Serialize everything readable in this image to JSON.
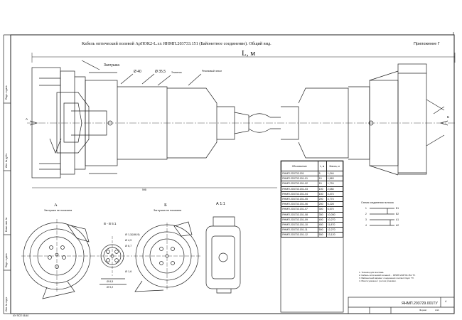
{
  "header": {
    "title": "Кабель оптический полевой АрПОК2-L.хх ЯНМП.203733.151 (Байонетное соединение). Общий вид.",
    "appendix": "Приложение Г",
    "length_symbol": "L, м"
  },
  "callouts": {
    "dia1": "Ø 40",
    "dia2": "Ø 35,5",
    "nut": "Заглушка",
    "sleeve": "Этикетка",
    "boot": "Резиновый чехол",
    "dimension_bottom": "598",
    "marker_A": "А",
    "marker_B": "Б"
  },
  "views": {
    "view_a": "А",
    "view_a_sub": "Заглушка не показана",
    "section": "В - В  5:1",
    "view_b": "Б",
    "view_b_sub": "Заглушка не показана",
    "detail": "А 1:1",
    "dims": [
      "Ø 1,2(Ш8,9)",
      "Ø 4,9",
      "Ø 6,7",
      "Ø 1,6",
      "Ø 8,5",
      "Ø 9,2"
    ]
  },
  "table": {
    "headers": [
      "Обозначение",
      "L, м",
      "Масса, кг"
    ],
    "rows": [
      [
        "ЯНМП.203733.151",
        "5",
        "1,244"
      ],
      [
        "ЯНМП.203733.151-01",
        "10",
        "1,563"
      ],
      [
        "ЯНМП.203733.151-02",
        "15",
        "1,724"
      ],
      [
        "ЯНМП.203733.151-03",
        "100",
        "2,084"
      ],
      [
        "ЯНМП.203733.151-04",
        "150",
        "4,474"
      ],
      [
        "ЯНМП.203733.151-05",
        "200",
        "4,774"
      ],
      [
        "ЯНМП.203733.151-06",
        "250",
        "6,228"
      ],
      [
        "ЯНМП.203733.151-07",
        "300",
        "6,570"
      ],
      [
        "ЯНМП.203733.151-08",
        "350",
        "10,050"
      ],
      [
        "ЯНМП.203733.151-09",
        "400",
        "10,270"
      ],
      [
        "ЯНМП.203733.151-10",
        "450",
        "11,870"
      ],
      [
        "ЯНМП.203733.151-11",
        "500",
        "12,270"
      ],
      [
        "ЯНМП.203733.151-12",
        "550",
        "13,120"
      ]
    ]
  },
  "scheme": {
    "title": "Схема соединения полосок",
    "pins": [
      "1",
      "2",
      "3",
      "4"
    ],
    "labels": [
      "В1",
      "В2",
      "А1",
      "А2"
    ]
  },
  "notes": [
    "1. Техника для монтажа.",
    "2. Кабель оптический полевой ... ЯНМП.203733.151 ТУ.",
    "3. Байонетный вариант соединения соответствует ТУ.",
    "4. Масса указана с учетом упаковки."
  ],
  "stamp": {
    "code": "ЯНМП.203729.001ТУ",
    "sheet": "4",
    "format_label": "Формат",
    "format_value": "А4А"
  },
  "side_labels": [
    "Инв. № подл.",
    "Подп. и дата",
    "Взам. инв. №",
    "Инв. № дубл.",
    "Подп. и дата"
  ],
  "bottom_left": "ИУ ЯСП 08.40"
}
